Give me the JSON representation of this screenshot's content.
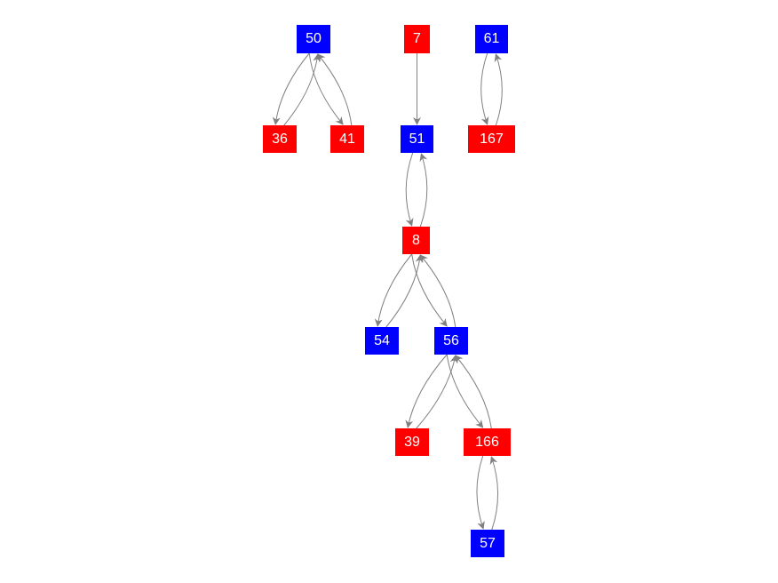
{
  "colors": {
    "blue": "#0000ff",
    "red": "#ff0000",
    "edge": "#808080"
  },
  "nodes": [
    {
      "id": "50",
      "label": "50",
      "color": "blue"
    },
    {
      "id": "7",
      "label": "7",
      "color": "red"
    },
    {
      "id": "61",
      "label": "61",
      "color": "blue"
    },
    {
      "id": "36",
      "label": "36",
      "color": "red"
    },
    {
      "id": "41",
      "label": "41",
      "color": "red"
    },
    {
      "id": "51",
      "label": "51",
      "color": "blue"
    },
    {
      "id": "167",
      "label": "167",
      "color": "red"
    },
    {
      "id": "8",
      "label": "8",
      "color": "red"
    },
    {
      "id": "54",
      "label": "54",
      "color": "blue"
    },
    {
      "id": "56",
      "label": "56",
      "color": "blue"
    },
    {
      "id": "39",
      "label": "39",
      "color": "red"
    },
    {
      "id": "166",
      "label": "166",
      "color": "red"
    },
    {
      "id": "57",
      "label": "57",
      "color": "blue"
    }
  ],
  "edges": [
    {
      "from": "50",
      "to": "36"
    },
    {
      "from": "36",
      "to": "50"
    },
    {
      "from": "50",
      "to": "41"
    },
    {
      "from": "41",
      "to": "50"
    },
    {
      "from": "7",
      "to": "51"
    },
    {
      "from": "61",
      "to": "167"
    },
    {
      "from": "167",
      "to": "61"
    },
    {
      "from": "51",
      "to": "8"
    },
    {
      "from": "8",
      "to": "51"
    },
    {
      "from": "8",
      "to": "54"
    },
    {
      "from": "54",
      "to": "8"
    },
    {
      "from": "8",
      "to": "56"
    },
    {
      "from": "56",
      "to": "8"
    },
    {
      "from": "56",
      "to": "39"
    },
    {
      "from": "39",
      "to": "56"
    },
    {
      "from": "56",
      "to": "166"
    },
    {
      "from": "166",
      "to": "56"
    },
    {
      "from": "166",
      "to": "57"
    },
    {
      "from": "57",
      "to": "166"
    }
  ]
}
